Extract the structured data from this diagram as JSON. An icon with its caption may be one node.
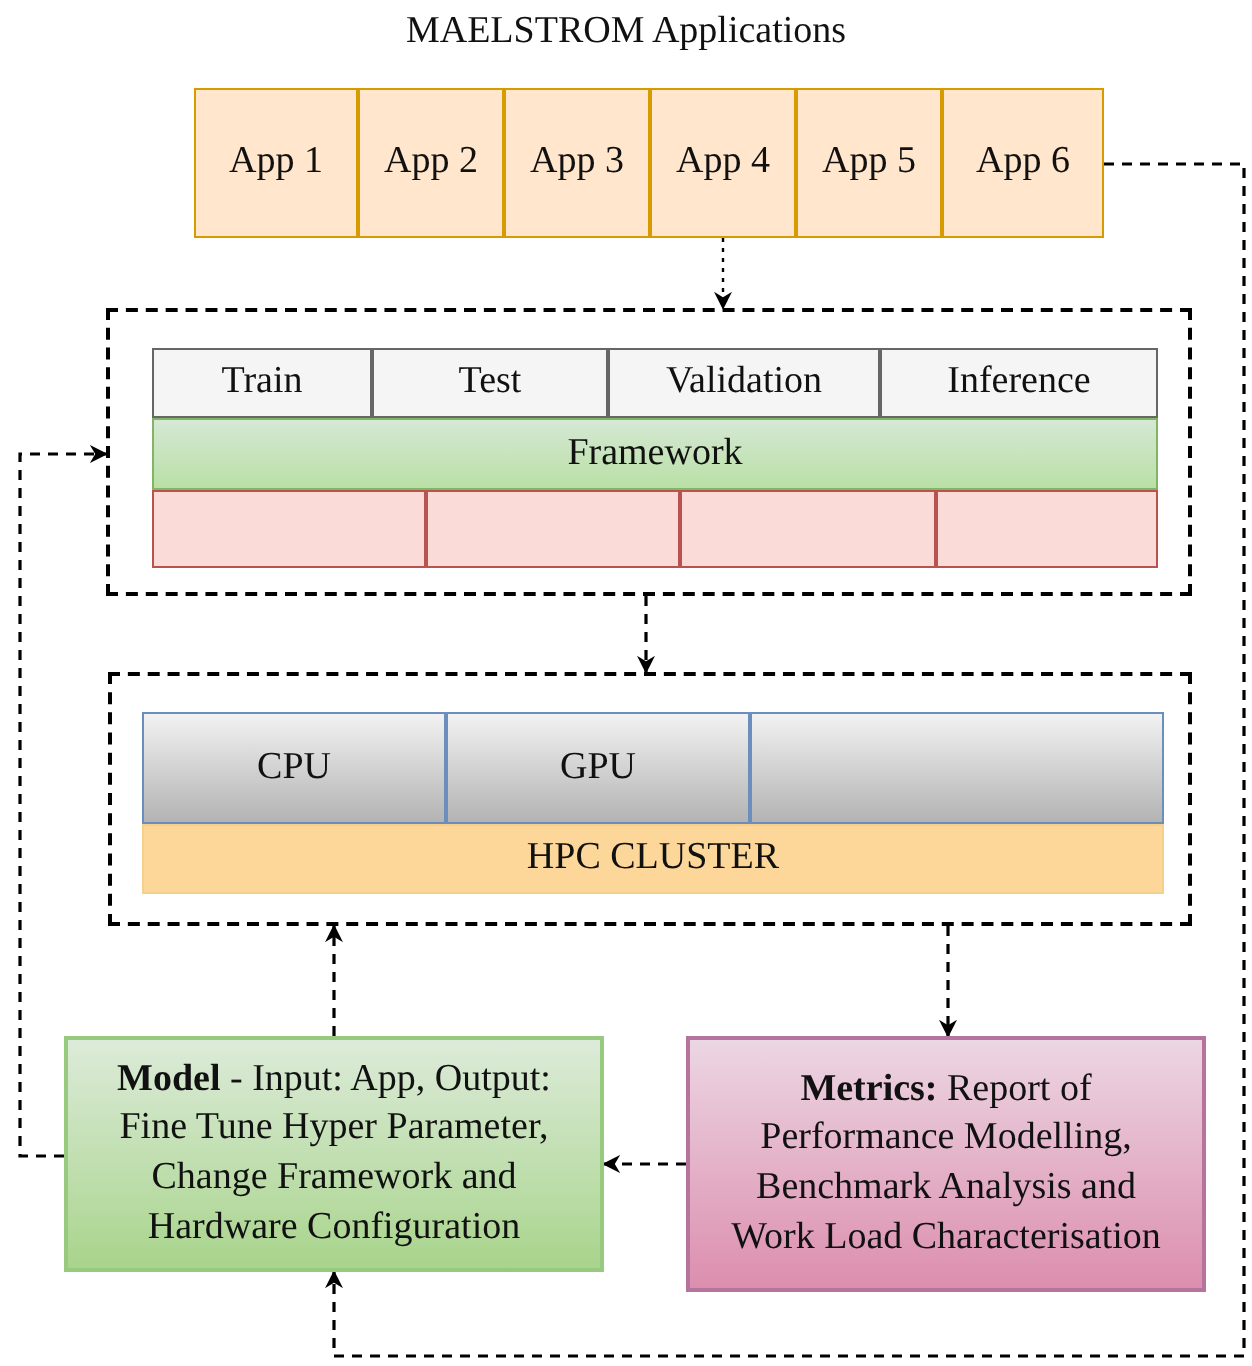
{
  "diagram": {
    "title": "MAELSTROM Applications",
    "nodes": [
      {
        "text": [
          "App 1"
        ]
      },
      {
        "text": [
          "App 2"
        ]
      },
      {
        "text": [
          "App 3"
        ]
      },
      {
        "text": [
          "App 4"
        ]
      },
      {
        "text": [
          "App 5"
        ]
      },
      {
        "text": [
          "App 6"
        ]
      },
      {
        "text": [],
        "shape": "box"
      },
      {
        "text": [
          "Train"
        ],
        "in": 6
      },
      {
        "text": [
          "Test"
        ],
        "in": 6
      },
      {
        "text": [
          "Validation"
        ],
        "in": 6
      },
      {
        "text": [
          "Inference"
        ],
        "in": 6
      },
      {
        "text": [
          "Framework"
        ],
        "in": 6
      },
      {
        "text": [],
        "shape": "box",
        "in": 6
      },
      {
        "text": [],
        "shape": "box",
        "in": 6
      },
      {
        "text": [],
        "shape": "box",
        "in": 6
      },
      {
        "text": [],
        "shape": "box",
        "in": 6
      },
      {
        "text": [],
        "shape": "box"
      },
      {
        "text": [
          "CPU"
        ],
        "in": 16
      },
      {
        "text": [
          "GPU"
        ],
        "in": 16
      },
      {
        "text": [],
        "shape": "box",
        "in": 16
      },
      {
        "text": [
          "HPC CLUSTER"
        ],
        "in": 16
      },
      {
        "text": [
          "**Model** - Input: App, Output: Fine Tune Hyper Parameter, Change Framework and Hardware Configuration"
        ]
      },
      {
        "text": [
          "**Metrics:** Report of Performance Modelling, Benchmark Analysis and Work Load Characterisation"
        ]
      }
    ],
    "edges": [
      {
        "from": 3,
        "to": 6,
        "arrow": "to",
        "style": "dashed"
      },
      {
        "from": 6,
        "to": 16,
        "arrow": "to",
        "style": "dashed"
      },
      {
        "from": 16,
        "to": 22,
        "arrow": "to",
        "style": "dashed"
      },
      {
        "from": 22,
        "to": 21,
        "arrow": "to",
        "style": "dashed"
      },
      {
        "from": 21,
        "to": 16,
        "arrow": "to",
        "style": "dashed"
      },
      {
        "from": 21,
        "to": 6,
        "arrow": "to",
        "style": "dashed"
      },
      {
        "from": 5,
        "to": 21,
        "arrow": "to",
        "style": "dashed"
      }
    ]
  }
}
